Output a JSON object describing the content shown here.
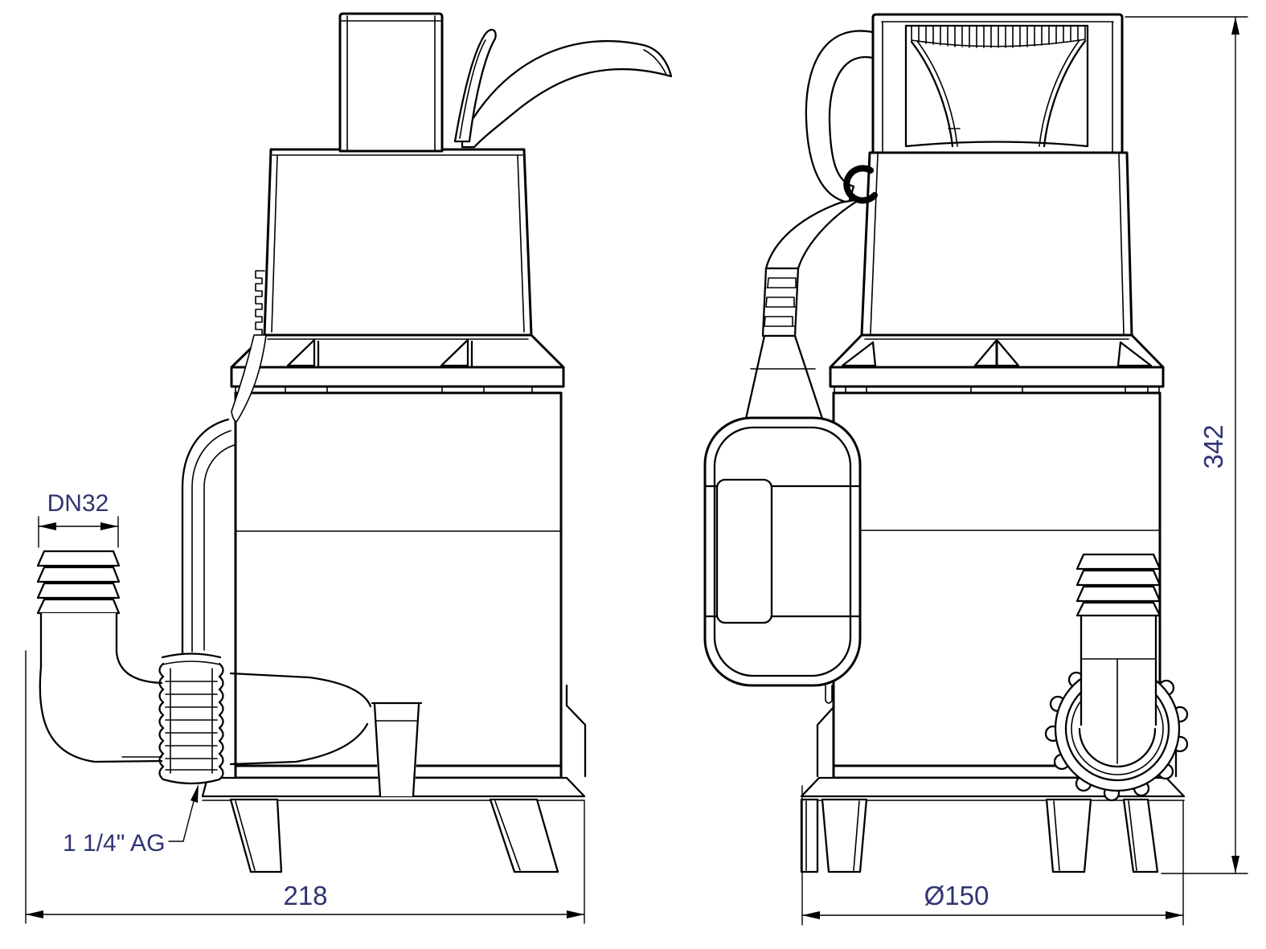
{
  "drawing": {
    "title": "submersible pump dimensional drawing",
    "colors": {
      "line": "#000000",
      "dimension_text": "#2e3472",
      "background": "#ffffff"
    },
    "views": {
      "side": {
        "name": "side view",
        "parts": [
          "carry-handle-post",
          "power-cable",
          "motor-housing",
          "clamp-collar",
          "pump-body",
          "float-switch-edge",
          "hose-barb-outlet",
          "discharge-elbow",
          "coupling-nut",
          "base-plate",
          "feet"
        ]
      },
      "front": {
        "name": "front view",
        "parts": [
          "carry-handle-frame",
          "power-cable-loop",
          "cable-strain-relief",
          "float-switch",
          "motor-housing",
          "clamp-collar",
          "pump-body",
          "vertical-hose-barb",
          "coupling-nut-face",
          "base-plate",
          "feet"
        ]
      }
    },
    "dimensions": {
      "dn32": {
        "label": "DN32"
      },
      "thread": {
        "label": "1 1/4\" AG"
      },
      "depth": {
        "label": "218"
      },
      "base": {
        "label": "Ø150"
      },
      "height": {
        "label": "342"
      }
    }
  }
}
